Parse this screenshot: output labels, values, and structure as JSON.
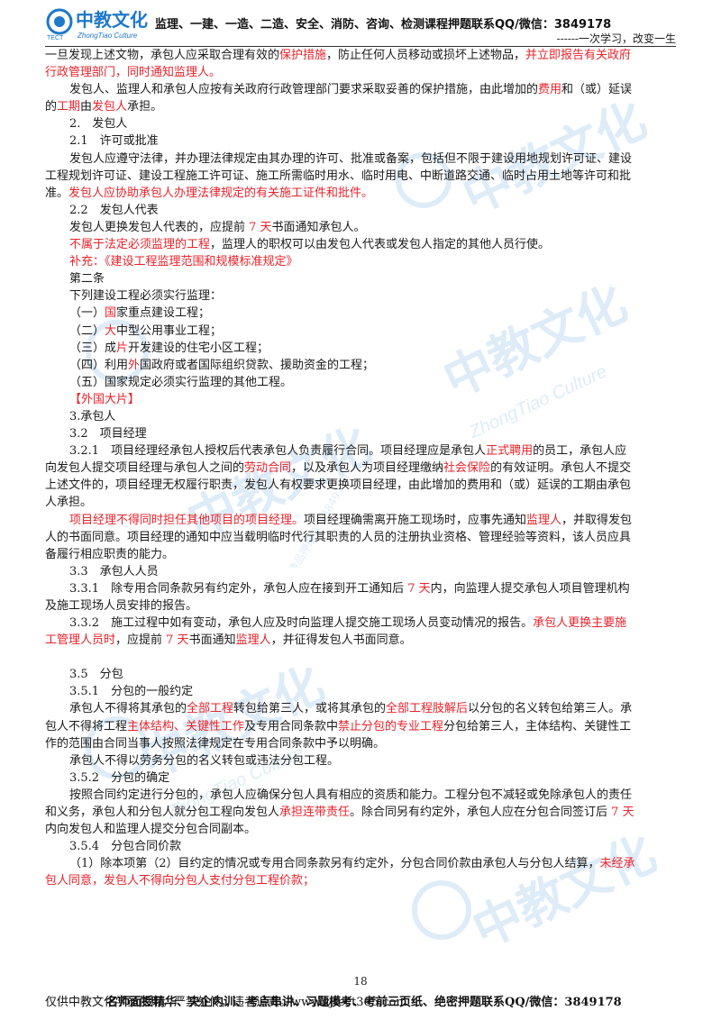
{
  "header": {
    "logo_cn": "中教文化",
    "logo_en": "ZhongTiao Culture",
    "logo_tect": "TECT",
    "title": "监理、一建、一造、二造、安全、消防、咨询、检测课程押题联系QQ/微信：3849178",
    "slogan": "------一次学习，改变一生"
  },
  "lines": [
    {
      "indent": false,
      "segs": [
        {
          "t": "一旦发现上述文物，承包人应采取合理有效的"
        },
        {
          "t": "保护措施",
          "red": true
        },
        {
          "t": "，防止任何人员移动或损坏上述物品，"
        },
        {
          "t": "并立即报告有关政府",
          "red": true
        }
      ]
    },
    {
      "indent": false,
      "segs": [
        {
          "t": "行政管理部门，同时通知监理人。",
          "red": true
        }
      ]
    },
    {
      "indent": true,
      "segs": [
        {
          "t": "发包人、监理人和承包人应按有关政府行政管理部门要求采取妥善的保护措施，由此增加的"
        },
        {
          "t": "费用",
          "red": true
        },
        {
          "t": "和（或）延误"
        }
      ]
    },
    {
      "indent": false,
      "segs": [
        {
          "t": "的"
        },
        {
          "t": "工期",
          "red": true
        },
        {
          "t": "由"
        },
        {
          "t": "发包人",
          "red": true
        },
        {
          "t": "承担。"
        }
      ]
    },
    {
      "indent": true,
      "segs": [
        {
          "t": "2.　发包人"
        }
      ]
    },
    {
      "indent": true,
      "segs": [
        {
          "t": "2.1　许可或批准"
        }
      ]
    },
    {
      "indent": true,
      "segs": [
        {
          "t": "发包人应遵守法律，并办理法律规定由其办理的许可、批准或备案，包括但不限于建设用地规划许可证、建设"
        }
      ]
    },
    {
      "indent": false,
      "segs": [
        {
          "t": "工程规划许可证、建设工程施工许可证、施工所需临时用水、临时用电、中断道路交通、临时占用土地等许可和批"
        }
      ]
    },
    {
      "indent": false,
      "segs": [
        {
          "t": "准。"
        },
        {
          "t": "发包人应协助承包人办理法律规定的有关施工证件和批件。",
          "red": true
        }
      ]
    },
    {
      "indent": true,
      "segs": [
        {
          "t": "2.2　发包人代表"
        }
      ]
    },
    {
      "indent": true,
      "segs": [
        {
          "t": "发包人更换发包人代表的，应提前 "
        },
        {
          "t": "7 天",
          "red": true
        },
        {
          "t": "书面通知承包人。"
        }
      ]
    },
    {
      "indent": true,
      "segs": [
        {
          "t": "不属于法定必须监理的工程",
          "red": true
        },
        {
          "t": "，监理人的职权可以由发包人代表或发包人指定的其他人员行使。"
        }
      ]
    },
    {
      "indent": true,
      "segs": [
        {
          "t": "补充：《建设工程监理范围和规模标准规定》",
          "red": true
        }
      ]
    },
    {
      "indent": true,
      "segs": [
        {
          "t": "第二条"
        }
      ]
    },
    {
      "indent": true,
      "segs": [
        {
          "t": "下列建设工程必须实行监理："
        }
      ]
    },
    {
      "indent": true,
      "segs": [
        {
          "t": "（一）"
        },
        {
          "t": "国",
          "red": true
        },
        {
          "t": "家重点建设工程；"
        }
      ]
    },
    {
      "indent": true,
      "segs": [
        {
          "t": "（二）"
        },
        {
          "t": "大",
          "red": true
        },
        {
          "t": "中型公用事业工程；"
        }
      ]
    },
    {
      "indent": true,
      "segs": [
        {
          "t": "（三）成"
        },
        {
          "t": "片",
          "red": true
        },
        {
          "t": "开发建设的住宅小区工程；"
        }
      ]
    },
    {
      "indent": true,
      "segs": [
        {
          "t": "（四）利用"
        },
        {
          "t": "外",
          "red": true
        },
        {
          "t": "国政府或者国际组织贷款、援助资金的工程；"
        }
      ]
    },
    {
      "indent": true,
      "segs": [
        {
          "t": "（五）国家规定必须实行监理的其他工程。"
        }
      ]
    },
    {
      "indent": true,
      "segs": [
        {
          "t": "【外国大片】",
          "red": true
        }
      ]
    },
    {
      "indent": true,
      "segs": [
        {
          "t": "3.承包人"
        }
      ]
    },
    {
      "indent": true,
      "segs": [
        {
          "t": "3.2　项目经理"
        }
      ]
    },
    {
      "indent": true,
      "segs": [
        {
          "t": "3.2.1　项目经理经承包人授权后代表承包人负责履行合同。项目经理应是承包人"
        },
        {
          "t": "正式聘用",
          "red": true
        },
        {
          "t": "的员工，承包人应"
        }
      ]
    },
    {
      "indent": false,
      "segs": [
        {
          "t": "向发包人提交项目经理与承包人之间的"
        },
        {
          "t": "劳动合同",
          "red": true
        },
        {
          "t": "，以及承包人为项目经理缴纳"
        },
        {
          "t": "社会保险",
          "red": true
        },
        {
          "t": "的有效证明。承包人不提交"
        }
      ]
    },
    {
      "indent": false,
      "segs": [
        {
          "t": "上述文件的，项目经理无权履行职责，发包人有权要求更换项目经理，由此增加的费用和（或）延误的工期由承包"
        }
      ]
    },
    {
      "indent": false,
      "segs": [
        {
          "t": "人承担。"
        }
      ]
    },
    {
      "indent": true,
      "segs": [
        {
          "t": "项目经理不得同时担任其他项目的项目经理。",
          "red": true
        },
        {
          "t": "项目经理确需离开施工现场时，应事先通知"
        },
        {
          "t": "监理人",
          "red": true
        },
        {
          "t": "，并取得发包"
        }
      ]
    },
    {
      "indent": false,
      "segs": [
        {
          "t": "人的书面同意。项目经理的通知中应当载明临时代行其职责的人员的注册执业资格、管理经验等资料，该人员应具"
        }
      ]
    },
    {
      "indent": false,
      "segs": [
        {
          "t": "备履行相应职责的能力。"
        }
      ]
    },
    {
      "indent": true,
      "segs": [
        {
          "t": "3.3　承包人人员"
        }
      ]
    },
    {
      "indent": true,
      "segs": [
        {
          "t": "3.3.1　除专用合同条款另有约定外，承包人应在接到开工通知后 "
        },
        {
          "t": "7 天",
          "red": true
        },
        {
          "t": "内，向监理人提交承包人项目管理机构"
        }
      ]
    },
    {
      "indent": false,
      "segs": [
        {
          "t": "及施工现场人员安排的报告。"
        }
      ]
    },
    {
      "indent": true,
      "segs": [
        {
          "t": "3.3.2　施工过程中如有变动，承包人应及时向监理人提交施工现场人员变动情况的报告。"
        },
        {
          "t": "承包人更换主要施",
          "red": true
        }
      ]
    },
    {
      "indent": false,
      "segs": [
        {
          "t": "工管理人员时",
          "red": true
        },
        {
          "t": "，应提前 "
        },
        {
          "t": "7 天",
          "red": true
        },
        {
          "t": "书面通知"
        },
        {
          "t": "监理人",
          "red": true
        },
        {
          "t": "，并征得发包人书面同意。"
        }
      ]
    },
    {
      "blank": true,
      "segs": []
    },
    {
      "indent": true,
      "segs": [
        {
          "t": "3.5　分包"
        }
      ]
    },
    {
      "indent": true,
      "segs": [
        {
          "t": "3.5.1　分包的一般约定"
        }
      ]
    },
    {
      "indent": true,
      "segs": [
        {
          "t": "承包人不得将其承包的"
        },
        {
          "t": "全部工程",
          "red": true
        },
        {
          "t": "转包给第三人，或将其承包的"
        },
        {
          "t": "全部工程肢解后",
          "red": true
        },
        {
          "t": "以分包的名义转包给第三人。承"
        }
      ]
    },
    {
      "indent": false,
      "segs": [
        {
          "t": "包人不得将工程"
        },
        {
          "t": "主体结构、关键性工作",
          "red": true
        },
        {
          "t": "及专用合同条款中"
        },
        {
          "t": "禁止分包的专业工程",
          "red": true
        },
        {
          "t": "分包给第三人，主体结构、关键性工"
        }
      ]
    },
    {
      "indent": false,
      "segs": [
        {
          "t": "作的范围由合同当事人按照法律规定在专用合同条款中予以明确。"
        }
      ]
    },
    {
      "indent": true,
      "segs": [
        {
          "t": "承包人不得以劳务分包的名义转包或违法分包工程。"
        }
      ]
    },
    {
      "indent": true,
      "segs": [
        {
          "t": "3.5.2　分包的确定"
        }
      ]
    },
    {
      "indent": true,
      "segs": [
        {
          "t": "按照合同约定进行分包的，承包人应确保分包人具有相应的资质和能力。工程分包不减轻或免除承包人的责任"
        }
      ]
    },
    {
      "indent": false,
      "segs": [
        {
          "t": "和义务，承包人和分包人就分包工程向发包人"
        },
        {
          "t": "承担连带责任",
          "red": true
        },
        {
          "t": "。除合同另有约定外，承包人应在分包合同签订后 "
        },
        {
          "t": "7 天",
          "red": true
        }
      ]
    },
    {
      "indent": false,
      "segs": [
        {
          "t": "内向发包人和监理人提交分包合同副本。"
        }
      ]
    },
    {
      "indent": true,
      "segs": [
        {
          "t": "3.5.4　分包合同价款"
        }
      ]
    },
    {
      "indent": true,
      "segs": [
        {
          "t": "（1）除本项第（2）目约定的情况或专用合同条款另有约定外，分包合同价款由承包人与分包人结算，"
        },
        {
          "t": "未经承",
          "red": true
        }
      ]
    },
    {
      "indent": false,
      "segs": [
        {
          "t": "包人同意，发包人不得向分包人支付分包工程价款；",
          "red": true
        }
      ]
    }
  ],
  "page_number": "18",
  "footer": {
    "text": "仅供中教文化学员使用，严禁外传，违者追责。www.zjtect365.com",
    "overlay": "名师面授精华、央企内训、考点串讲、习题模考、考前三页纸、绝密押题联系QQ/微信：3849178"
  },
  "watermark": {
    "cn": "中教文化",
    "en": "ZhongTiao Culture",
    "contact": "精品押题联系3849178",
    "tect": "TECT"
  },
  "colors": {
    "red": "#e8232b",
    "logo_blue": "#1f78c8",
    "watermark": "#3a8fd8"
  }
}
